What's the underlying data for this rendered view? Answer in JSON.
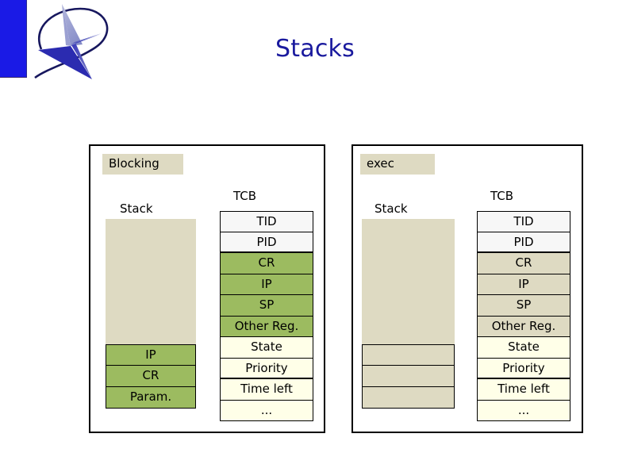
{
  "slide": {
    "title": "Stacks",
    "title_color": "#1a1a9e",
    "logo": {
      "bar_icon": "blue-bar",
      "mark_icon": "star-swoosh-logo",
      "bar_color": "#1a1ae6",
      "swoosh_color": "#1a1a6e"
    }
  },
  "colors": {
    "beige": "#dedac2",
    "green": "#9cbb60",
    "cream": "#ffffe8",
    "white_row": "#f7f7f7",
    "border": "#000000"
  },
  "panels": [
    {
      "id": "blocking",
      "tag": "Blocking",
      "stack": {
        "caption": "Stack",
        "cells": [
          {
            "label": "IP",
            "color": "green"
          },
          {
            "label": "CR",
            "color": "green"
          },
          {
            "label": "Param.",
            "color": "green"
          }
        ]
      },
      "tcb": {
        "caption": "TCB",
        "rows": [
          {
            "label": "TID",
            "color": "white"
          },
          {
            "label": "PID",
            "color": "white"
          },
          {
            "label": "CR",
            "color": "green"
          },
          {
            "label": "IP",
            "color": "green"
          },
          {
            "label": "SP",
            "color": "green"
          },
          {
            "label": "Other Reg.",
            "color": "green"
          },
          {
            "label": "State",
            "color": "cream"
          },
          {
            "label": "Priority",
            "color": "cream"
          },
          {
            "label": "Time left",
            "color": "cream"
          },
          {
            "label": "...",
            "color": "cream"
          }
        ]
      }
    },
    {
      "id": "exec",
      "tag": "exec",
      "stack": {
        "caption": "Stack",
        "cells": [
          {
            "label": "",
            "color": "beige"
          },
          {
            "label": "",
            "color": "beige"
          },
          {
            "label": "",
            "color": "beige"
          }
        ]
      },
      "tcb": {
        "caption": "TCB",
        "rows": [
          {
            "label": "TID",
            "color": "white"
          },
          {
            "label": "PID",
            "color": "white"
          },
          {
            "label": "CR",
            "color": "beige"
          },
          {
            "label": "IP",
            "color": "beige"
          },
          {
            "label": "SP",
            "color": "beige"
          },
          {
            "label": "Other Reg.",
            "color": "beige"
          },
          {
            "label": "State",
            "color": "cream"
          },
          {
            "label": "Priority",
            "color": "cream"
          },
          {
            "label": "Time left",
            "color": "cream"
          },
          {
            "label": "...",
            "color": "cream"
          }
        ]
      }
    }
  ]
}
